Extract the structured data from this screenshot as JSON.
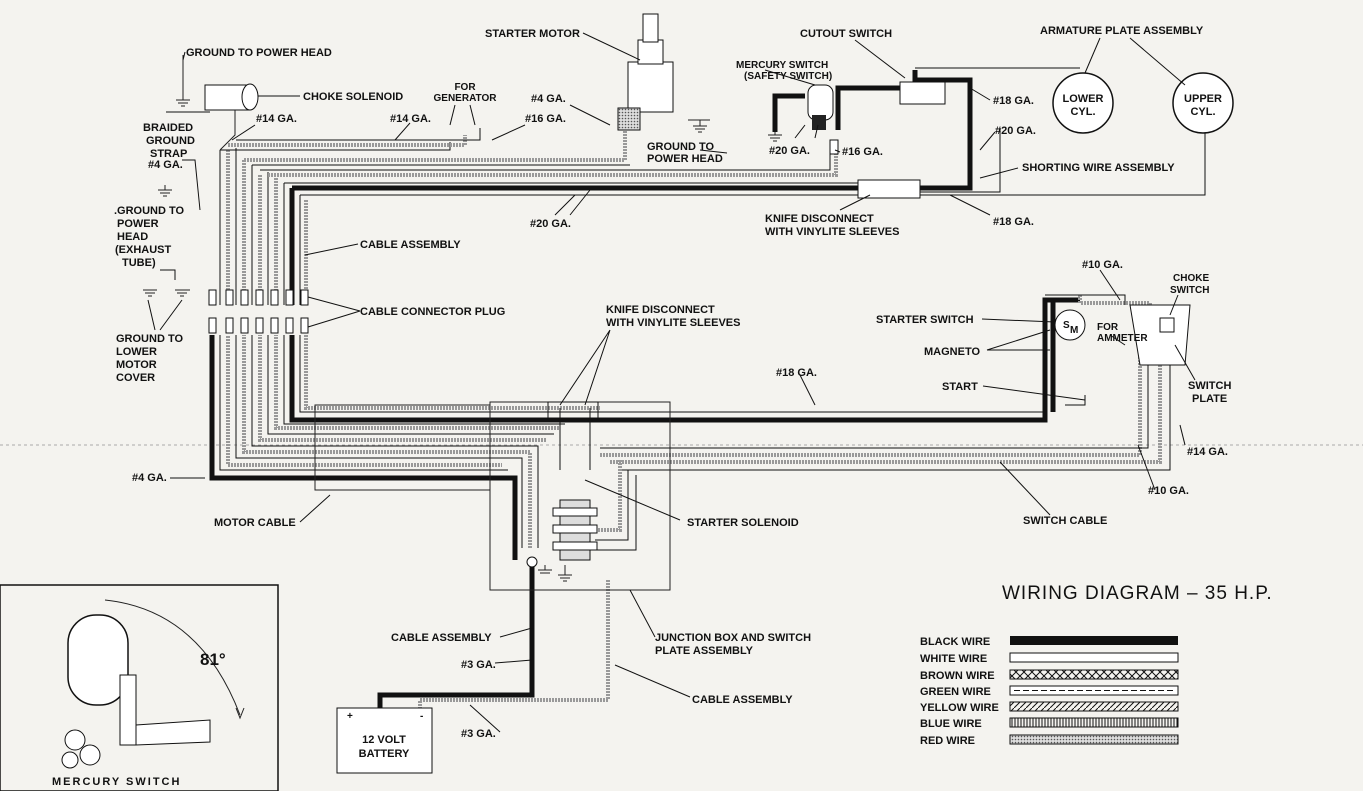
{
  "title": "WIRING DIAGRAM – 35 H.P.",
  "components": {
    "starter_motor": "STARTER MOTOR",
    "cutout_switch": "CUTOUT SWITCH",
    "armature_plate": "ARMATURE PLATE ASSEMBLY",
    "lower_cyl": [
      "LOWER",
      "CYL."
    ],
    "upper_cyl": [
      "UPPER",
      "CYL."
    ],
    "mercury_switch_top": [
      "MERCURY SWITCH",
      "(SAFETY SWITCH)"
    ],
    "ground_power_head_top": "GROUND TO POWER HEAD",
    "choke_solenoid": "CHOKE SOLENOID",
    "for_generator": [
      "FOR",
      "GENERATOR"
    ],
    "braided_ground": [
      "BRAIDED",
      "GROUND",
      "STRAP",
      "#4 GA."
    ],
    "ground_exhaust": [
      ".GROUND TO",
      "POWER",
      "HEAD",
      "(EXHAUST",
      "TUBE)"
    ],
    "ground_lower_cover": [
      "GROUND TO",
      "LOWER",
      "MOTOR",
      "COVER"
    ],
    "ground_power_head_mid": [
      "GROUND TO",
      "POWER HEAD"
    ],
    "cable_assembly": "CABLE ASSEMBLY",
    "cable_connector_plug": "CABLE CONNECTOR PLUG",
    "knife_disconnect_top": [
      "KNIFE DISCONNECT",
      "WITH VINYLITE SLEEVES"
    ],
    "knife_disconnect_mid": [
      "KNIFE DISCONNECT",
      "WITH VINYLITE SLEEVES"
    ],
    "shorting_wire": "SHORTING WIRE ASSEMBLY",
    "starter_switch": "STARTER SWITCH",
    "magneto": "MAGNETO",
    "start": "START",
    "for_ammeter": [
      "FOR",
      "AMMETER"
    ],
    "choke_switch": [
      "CHOKE",
      "SWITCH"
    ],
    "switch_plate": [
      "SWITCH",
      "PLATE"
    ],
    "starter_solenoid": "STARTER SOLENOID",
    "motor_cable": "MOTOR CABLE",
    "switch_cable": "SWITCH CABLE",
    "junction_box": [
      "JUNCTION BOX AND SWITCH",
      "PLATE ASSEMBLY"
    ],
    "cable_assembly_bottom_left": "CABLE ASSEMBLY",
    "cable_assembly_bottom_right": "CABLE ASSEMBLY",
    "battery": [
      "12 VOLT",
      "BATTERY"
    ],
    "mercury_switch_inset": "MERCURY   SWITCH",
    "angle": "81°"
  },
  "gauges": {
    "g14_a": "#14 GA.",
    "g14_b": "#14 GA.",
    "g16_a": "#16 GA.",
    "g4_a": "#4 GA.",
    "g18_a": "#18 GA.",
    "g20_a": "#20 GA.",
    "g20_b": "#20 GA.",
    "g16_b": "#16 GA.",
    "g20_c": "#20 GA.",
    "g18_b": "#18 GA.",
    "g10_a": "#10 GA.",
    "g18_c": "#18 GA.",
    "g14_c": "#14 GA.",
    "g10_b": "#10 GA.",
    "g4_b": "#4 GA.",
    "g3_a": "#3 GA.",
    "g3_b": "#3 GA."
  },
  "legend": [
    {
      "label": "BLACK WIRE",
      "style": "black"
    },
    {
      "label": "WHITE WIRE",
      "style": "white"
    },
    {
      "label": "BROWN WIRE",
      "style": "brown"
    },
    {
      "label": "GREEN WIRE",
      "style": "green"
    },
    {
      "label": "YELLOW WIRE",
      "style": "yellow"
    },
    {
      "label": "BLUE WIRE",
      "style": "blue"
    },
    {
      "label": "RED WIRE",
      "style": "red"
    }
  ]
}
